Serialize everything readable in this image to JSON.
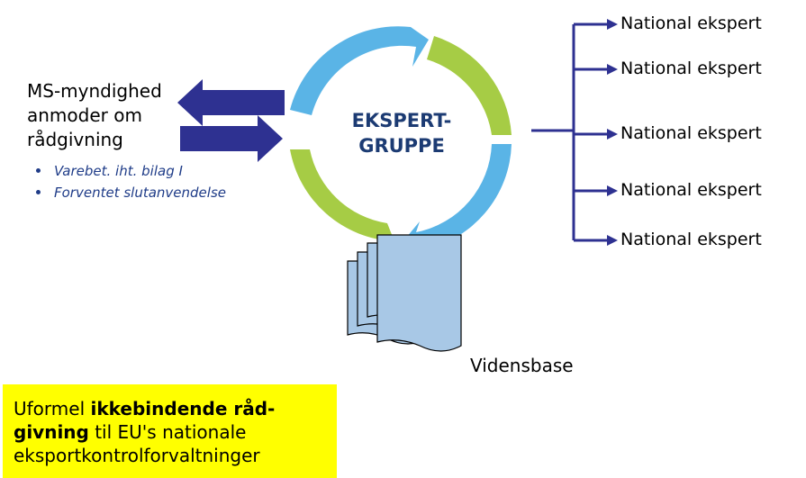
{
  "requester": {
    "lines": [
      "MS-myndighed",
      "anmoder om",
      "rådgivning"
    ]
  },
  "criteria": [
    "Varebet. iht. bilag I",
    "Forventet slutanvendelse"
  ],
  "center": {
    "lines": [
      "EKSPERT-",
      "GRUPPE"
    ]
  },
  "experts": [
    "National ekspert",
    "National ekspert",
    "National ekspert",
    "National ekspert",
    "National ekspert"
  ],
  "knowledge_base": "Vidensbase",
  "note": {
    "part1": "Uformel ",
    "bold1": "ikkebindende råd-",
    "bold2": "givning",
    "part2": " til EU's nationale",
    "part3": "eksportkontrolforvaltninger"
  },
  "colors": {
    "arrow_blue": "#2e3191",
    "cycle_light_blue": "#5ab4e6",
    "cycle_green": "#a6cc45",
    "doc_fill": "#a8c8e6",
    "note_bg": "#ffff00",
    "center_text": "#1c3b73"
  }
}
